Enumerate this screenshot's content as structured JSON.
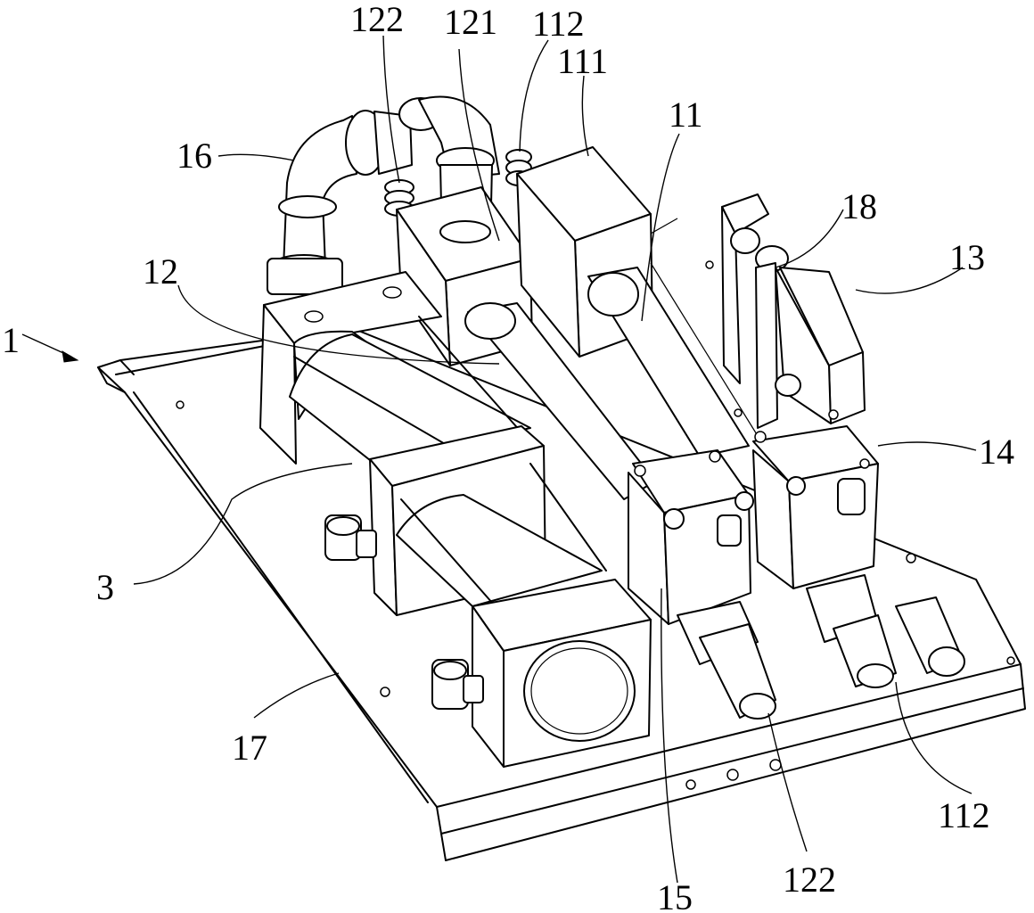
{
  "labels": {
    "l1": "1",
    "l3": "3",
    "l11": "11",
    "l12": "12",
    "l13": "13",
    "l14": "14",
    "l15": "15",
    "l16": "16",
    "l17": "17",
    "l18": "18",
    "l111": "111",
    "l121": "121",
    "l112_top": "112",
    "l112_bottom": "112",
    "l122_top": "122",
    "l122_bottom": "122"
  }
}
